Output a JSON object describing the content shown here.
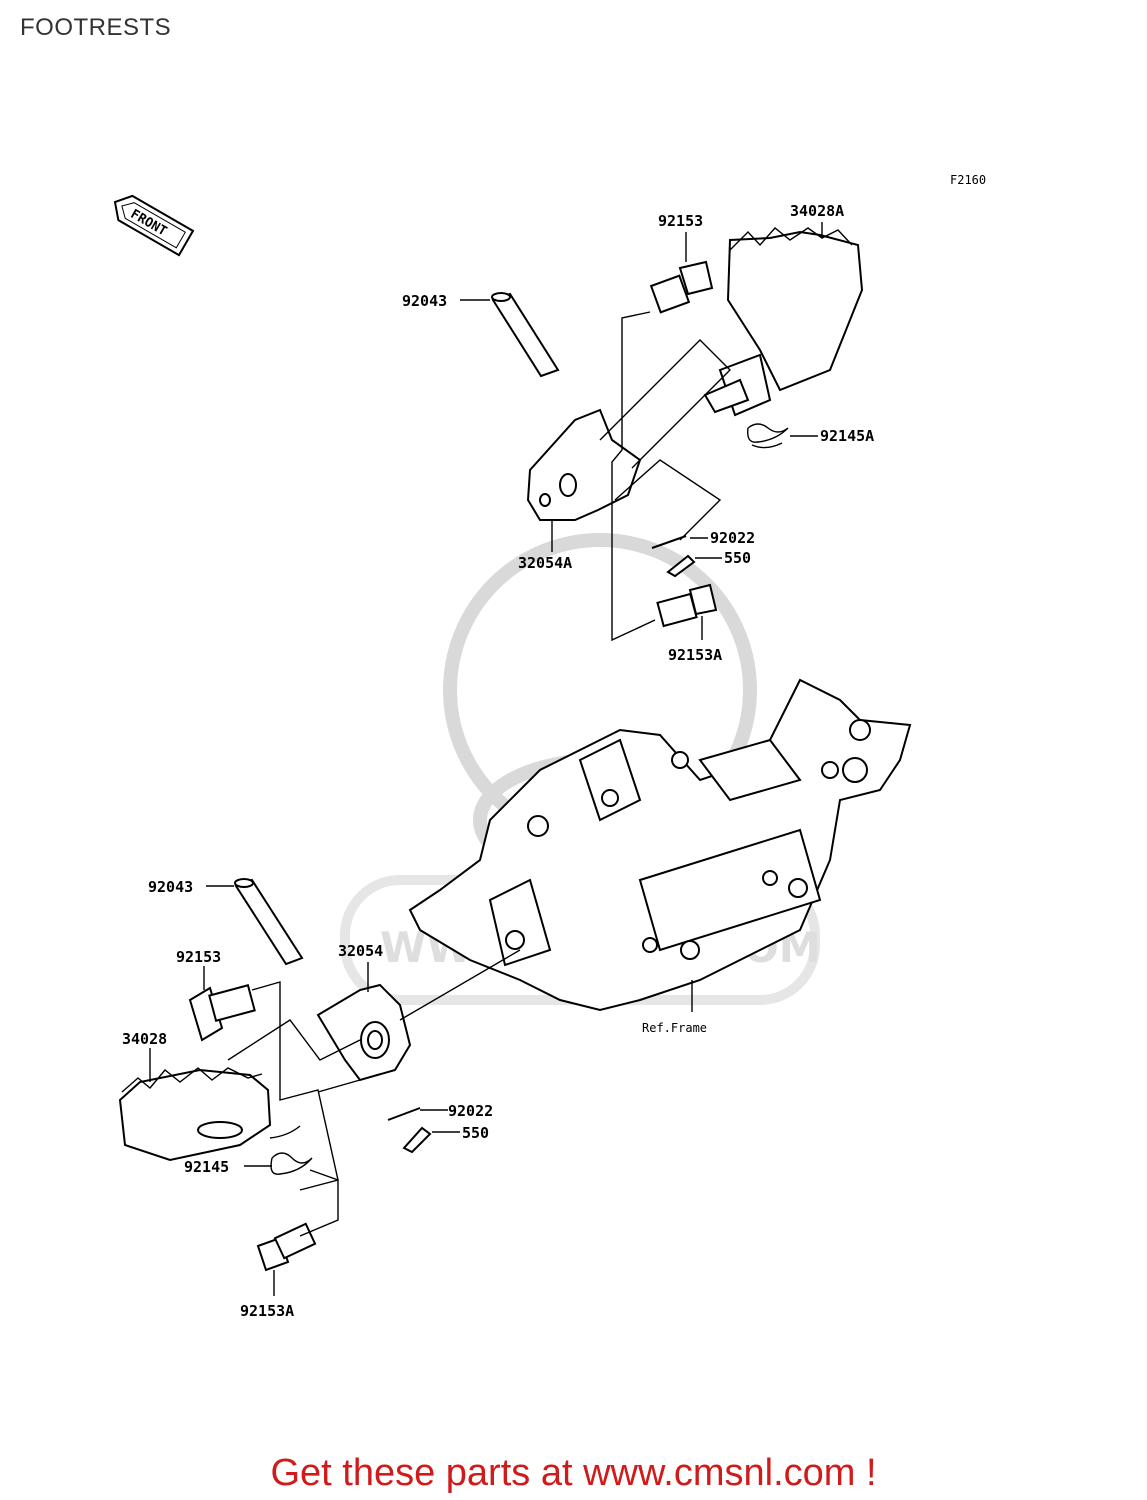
{
  "page": {
    "title": "FOOTRESTS"
  },
  "diagram": {
    "figure_code": "F2160",
    "front_indicator": "FRONT",
    "labels": {
      "p92153_top": "92153",
      "p34028A": "34028A",
      "p92043_top": "92043",
      "p92145A": "92145A",
      "p32054A": "32054A",
      "p92022_top": "92022",
      "p550_top": "550",
      "p92153A_top": "92153A",
      "p92043_bot": "92043",
      "p92153_bot": "92153",
      "p32054": "32054",
      "p34028": "34028",
      "p92022_bot": "92022",
      "p550_bot": "550",
      "p92145": "92145",
      "p92153A_bot": "92153A",
      "ref_frame": "Ref.Frame"
    },
    "watermark": "WWW.CMSNL.COM"
  },
  "footer": {
    "text": "Get these parts at www.cmsnl.com !"
  },
  "colors": {
    "footer": "#d11a1a",
    "line": "#000000",
    "watermark": "#d9d9d9"
  }
}
